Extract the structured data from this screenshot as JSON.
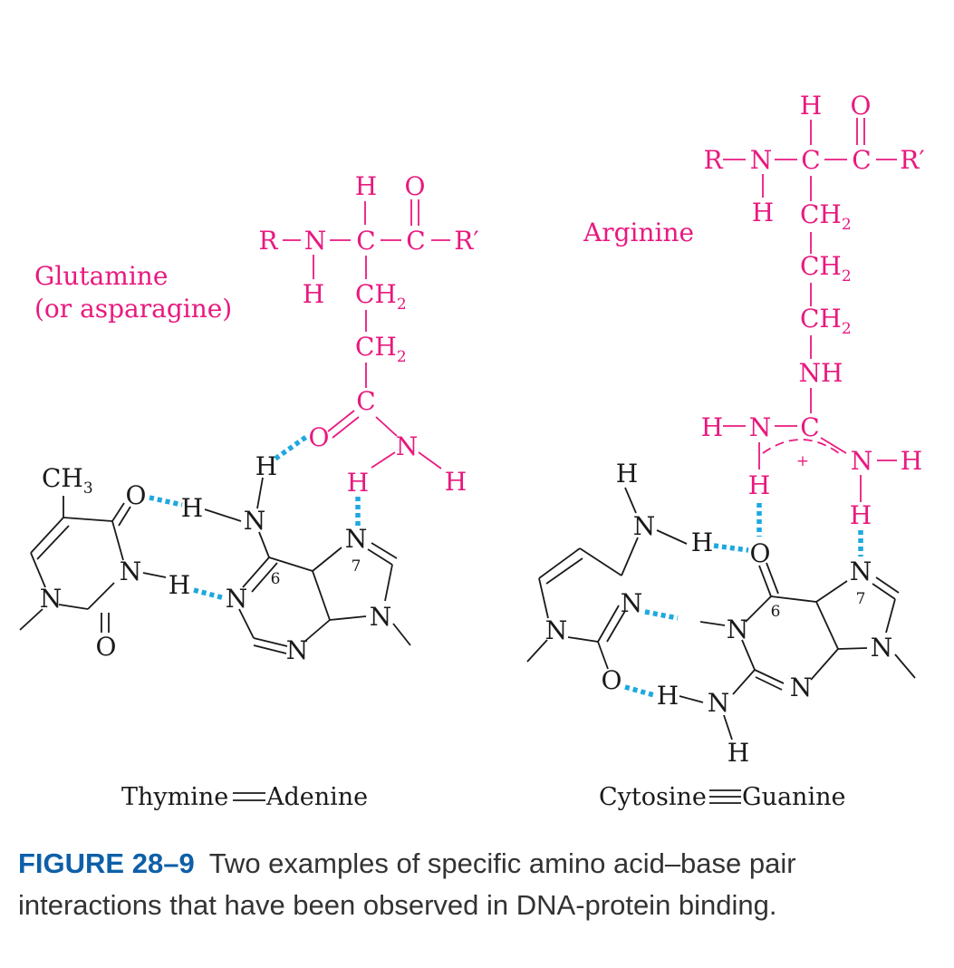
{
  "colors": {
    "amino_acid": "#e8197f",
    "base": "#1a1a1a",
    "hydrogen_bond": "#1ea8e0",
    "figure_label": "#0e5fa8",
    "caption_text": "#333333"
  },
  "labels": {
    "glutamine_name_line1": "Glutamine",
    "glutamine_name_line2": "(or asparagine)",
    "arginine_name": "Arginine",
    "pair_left_a": "Thymine",
    "pair_left_b": "Adenine",
    "pair_right_a": "Cytosine",
    "pair_right_b": "Guanine"
  },
  "atoms": {
    "H": "H",
    "O": "O",
    "N": "N",
    "C": "C",
    "R": "R",
    "R_prime": "R′",
    "CH": "CH",
    "CH3_sub": "3",
    "CH2_sub": "2",
    "NH": "NH",
    "plus": "+",
    "pos6": "6",
    "pos7": "7"
  },
  "caption": {
    "figure_label": "FIGURE 28–9",
    "text": "Two examples of specific amino acid–base pair interactions that have been observed in DNA-protein binding."
  }
}
